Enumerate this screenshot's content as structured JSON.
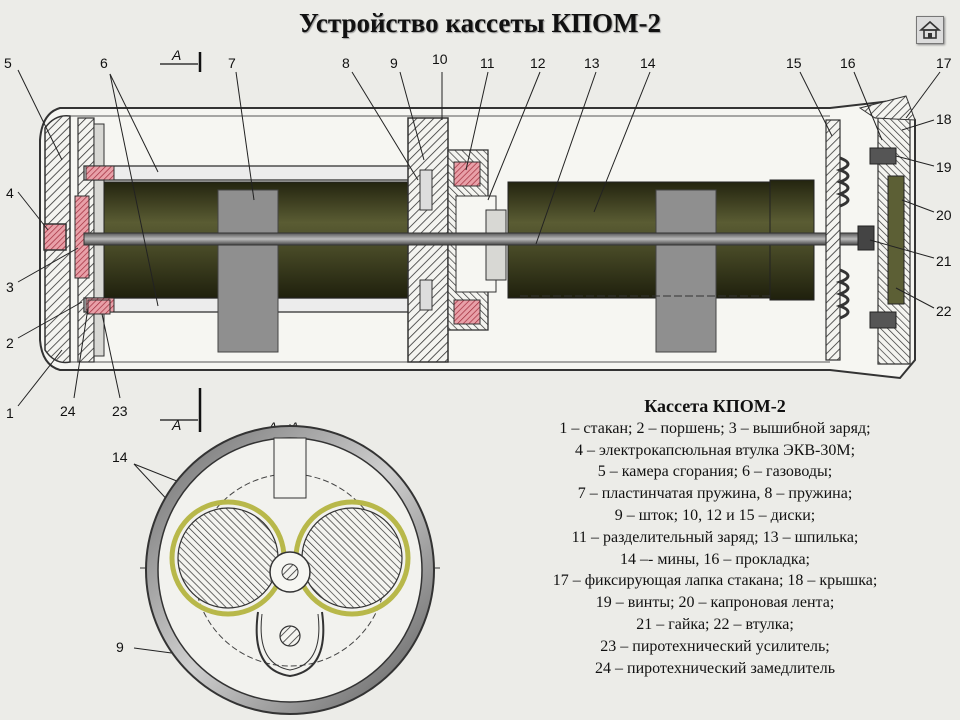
{
  "title": "Устройство кассеты КПОМ-2",
  "home_icon": "home-icon",
  "section_label_top": "А",
  "section_label_bottom": "А",
  "section_title": "А - А",
  "callouts": {
    "c1": "1",
    "c2": "2",
    "c3": "3",
    "c4": "4",
    "c5": "5",
    "c6": "6",
    "c7": "7",
    "c8": "8",
    "c9": "9",
    "c10": "10",
    "c11": "11",
    "c12": "12",
    "c13": "13",
    "c14": "14",
    "c15": "15",
    "c16": "16",
    "c17": "17",
    "c18": "18",
    "c19": "19",
    "c20": "20",
    "c21": "21",
    "c22": "22",
    "c23": "23",
    "c24": "24",
    "s14": "14",
    "s9": "9"
  },
  "legend": {
    "title": "Кассета КПОМ-2",
    "lines": [
      "1 – стакан; 2 – поршень; 3  – вышибной заряд;",
      "4 – электрокапсюльная втулка ЭКВ-30М;",
      "5 – камера сгорания; 6 – газоводы;",
      "7 – пластинчатая пружина, 8  – пружина;",
      "9 – шток; 10, 12 и 15 – диски;",
      "11 – разделительный заряд; 13  – шпилька;",
      "14 –- мины, 16 – прокладка;",
      "17 – фиксирующая лапка стакана; 18 – крышка;",
      "19 – винты; 20  – капроновая лента;",
      "21 – гайка; 22 – втулка;",
      "23 – пиротехнический усилитель;",
      "24 – пиротехнический замедлитель"
    ]
  },
  "colors": {
    "mine": "#3b3d1f",
    "hatch": "#444444",
    "plate": "#8f8f8f",
    "charge": "#c25060"
  }
}
